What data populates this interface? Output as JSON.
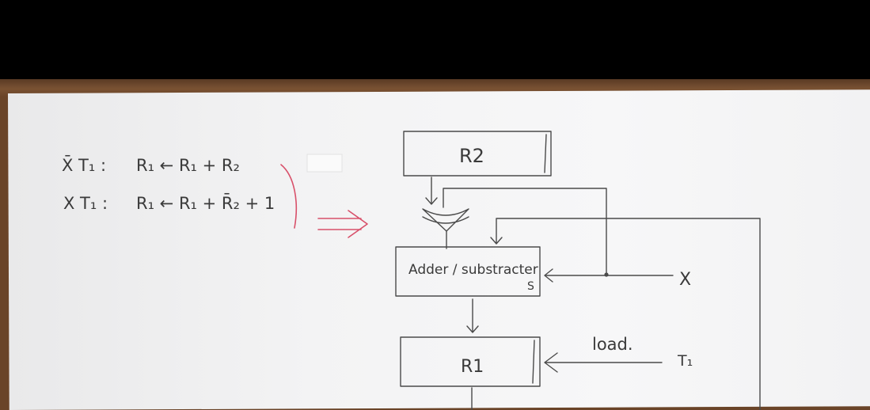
{
  "equations": {
    "line1": {
      "lhs": "X̄ T₁ :",
      "rhs": "R₁ ← R₁ + R₂"
    },
    "line2": {
      "lhs": "X T₁ :",
      "rhs": "R₁ ← R₁ + R̄₂ + 1"
    }
  },
  "blocks": {
    "r2": "R2",
    "adder": "Adder / substracter",
    "adder_sub": "S",
    "r1": "R1"
  },
  "signals": {
    "x": "X",
    "load": "load.",
    "t1": "T₁"
  },
  "colors": {
    "annotation": "#d8506a",
    "ink": "#4a4a4a"
  }
}
